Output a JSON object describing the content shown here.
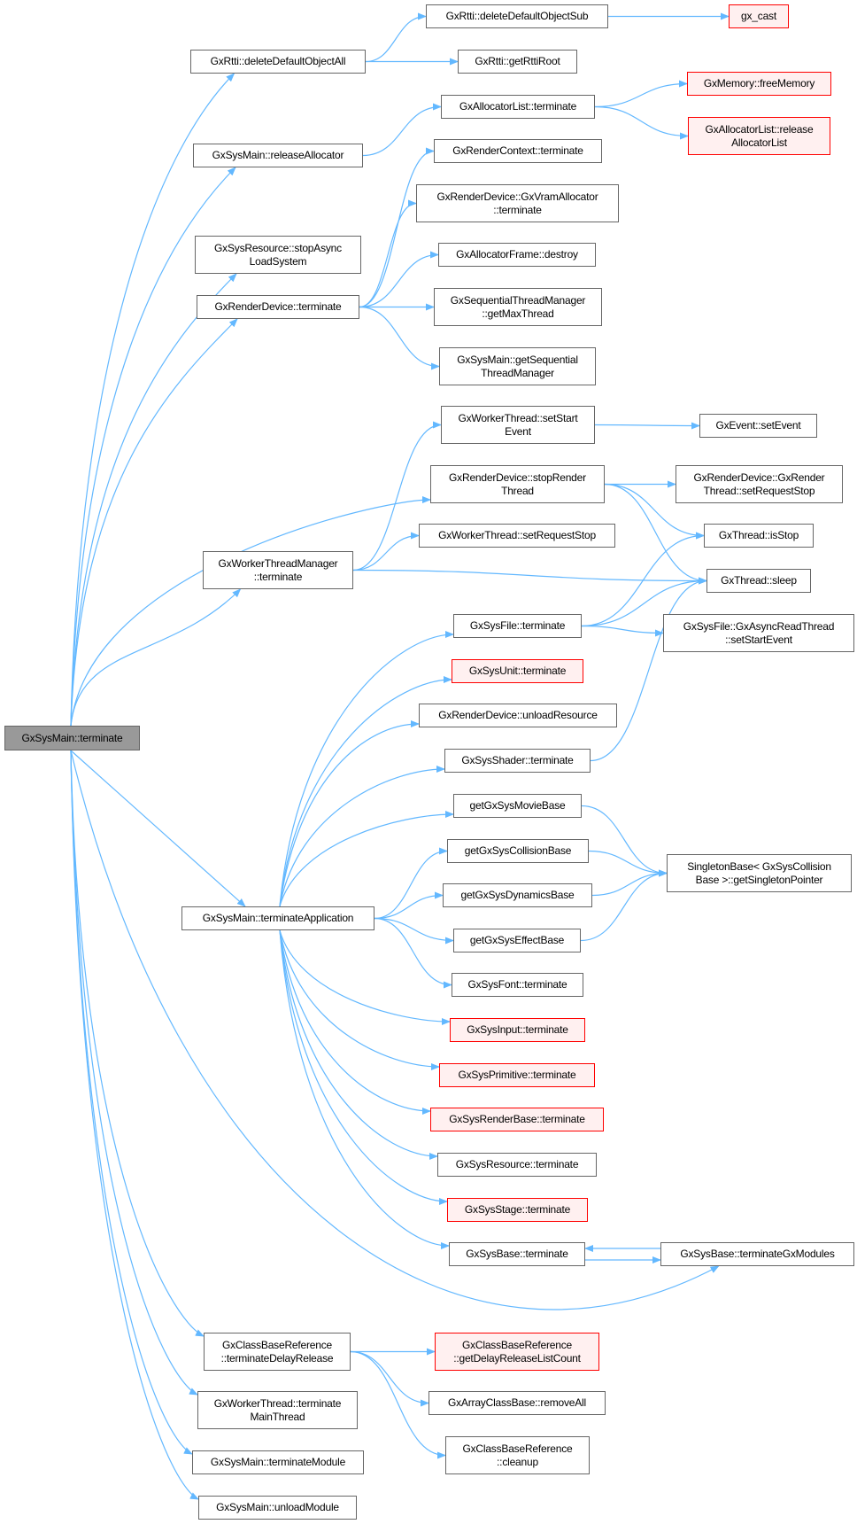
{
  "colors": {
    "edge": "#63b8ff",
    "border": "#666666",
    "external_border": "#ff0000",
    "external_fill": "#fff0f0",
    "root_fill": "#999999"
  },
  "nodes": {
    "root": {
      "lines": [
        "GxSysMain::terminate"
      ],
      "style": "root"
    },
    "deleteAll": {
      "lines": [
        "GxRtti::deleteDefaultObjectAll"
      ]
    },
    "deleteSub": {
      "lines": [
        "GxRtti::deleteDefaultObjectSub"
      ]
    },
    "gxCast": {
      "lines": [
        "gx_cast"
      ],
      "style": "red"
    },
    "rttiRoot": {
      "lines": [
        "GxRtti::getRttiRoot"
      ]
    },
    "freeMemory": {
      "lines": [
        "GxMemory::freeMemory"
      ],
      "style": "red"
    },
    "allocList": {
      "lines": [
        "GxAllocatorList::terminate"
      ]
    },
    "releaseAllocList": {
      "lines": [
        "GxAllocatorList::release",
        "AllocatorList"
      ],
      "style": "red"
    },
    "releaseAllocator": {
      "lines": [
        "GxSysMain::releaseAllocator"
      ]
    },
    "renderContext": {
      "lines": [
        "GxRenderContext::terminate"
      ]
    },
    "vram": {
      "lines": [
        "GxRenderDevice::GxVramAllocator",
        "::terminate"
      ]
    },
    "stopAsync": {
      "lines": [
        "GxSysResource::stopAsync",
        "LoadSystem"
      ]
    },
    "frameDestroy": {
      "lines": [
        "GxAllocatorFrame::destroy"
      ]
    },
    "rdTerminate": {
      "lines": [
        "GxRenderDevice::terminate"
      ]
    },
    "maxThread": {
      "lines": [
        "GxSequentialThreadManager",
        "::getMaxThread"
      ]
    },
    "getSeq": {
      "lines": [
        "GxSysMain::getSequential",
        "ThreadManager"
      ]
    },
    "setStartEvent": {
      "lines": [
        "GxWorkerThread::setStart",
        "Event"
      ]
    },
    "setEvent": {
      "lines": [
        "GxEvent::setEvent"
      ]
    },
    "stopRenderThread": {
      "lines": [
        "GxRenderDevice::stopRender",
        "Thread"
      ]
    },
    "rtSetRequestStop": {
      "lines": [
        "GxRenderDevice::GxRender",
        "Thread::setRequestStop"
      ]
    },
    "wtSetRequestStop": {
      "lines": [
        "GxWorkerThread::setRequestStop"
      ]
    },
    "isStop": {
      "lines": [
        "GxThread::isStop"
      ]
    },
    "wtm": {
      "lines": [
        "GxWorkerThreadManager",
        "::terminate"
      ]
    },
    "sleep": {
      "lines": [
        "GxThread::sleep"
      ]
    },
    "sysFile": {
      "lines": [
        "GxSysFile::terminate"
      ]
    },
    "asyncRead": {
      "lines": [
        "GxSysFile::GxAsyncReadThread",
        "::setStartEvent"
      ]
    },
    "sysUnit": {
      "lines": [
        "GxSysUnit::terminate"
      ],
      "style": "red"
    },
    "unloadResource": {
      "lines": [
        "GxRenderDevice::unloadResource"
      ]
    },
    "sysShader": {
      "lines": [
        "GxSysShader::terminate"
      ]
    },
    "movie": {
      "lines": [
        "getGxSysMovieBase"
      ]
    },
    "collision": {
      "lines": [
        "getGxSysCollisionBase"
      ]
    },
    "singleton": {
      "lines": [
        "SingletonBase< GxSysCollision",
        "Base >::getSingletonPointer"
      ]
    },
    "dynamics": {
      "lines": [
        "getGxSysDynamicsBase"
      ]
    },
    "termApp": {
      "lines": [
        "GxSysMain::terminateApplication"
      ]
    },
    "effect": {
      "lines": [
        "getGxSysEffectBase"
      ]
    },
    "font": {
      "lines": [
        "GxSysFont::terminate"
      ]
    },
    "input": {
      "lines": [
        "GxSysInput::terminate"
      ],
      "style": "red"
    },
    "primitive": {
      "lines": [
        "GxSysPrimitive::terminate"
      ],
      "style": "red"
    },
    "renderBase": {
      "lines": [
        "GxSysRenderBase::terminate"
      ],
      "style": "red"
    },
    "resource": {
      "lines": [
        "GxSysResource::terminate"
      ]
    },
    "stage": {
      "lines": [
        "GxSysStage::terminate"
      ],
      "style": "red"
    },
    "sysBase": {
      "lines": [
        "GxSysBase::terminate"
      ]
    },
    "gxModules": {
      "lines": [
        "GxSysBase::terminateGxModules"
      ]
    },
    "delayRelease": {
      "lines": [
        "GxClassBaseReference",
        "::terminateDelayRelease"
      ]
    },
    "delayCount": {
      "lines": [
        "GxClassBaseReference",
        "::getDelayReleaseListCount"
      ],
      "style": "red"
    },
    "removeAll": {
      "lines": [
        "GxArrayClassBase::removeAll"
      ]
    },
    "cleanup": {
      "lines": [
        "GxClassBaseReference",
        "::cleanup"
      ]
    },
    "mainThread": {
      "lines": [
        "GxWorkerThread::terminate",
        "MainThread"
      ]
    },
    "termModule": {
      "lines": [
        "GxSysMain::terminateModule"
      ]
    },
    "unloadModule": {
      "lines": [
        "GxSysMain::unloadModule"
      ]
    }
  },
  "edges": [
    [
      "root",
      "deleteAll"
    ],
    [
      "root",
      "releaseAllocator"
    ],
    [
      "root",
      "stopAsync"
    ],
    [
      "root",
      "rdTerminate"
    ],
    [
      "root",
      "stopRenderThread"
    ],
    [
      "root",
      "wtm"
    ],
    [
      "root",
      "termApp"
    ],
    [
      "root",
      "gxModules"
    ],
    [
      "root",
      "delayRelease"
    ],
    [
      "root",
      "mainThread"
    ],
    [
      "root",
      "termModule"
    ],
    [
      "root",
      "unloadModule"
    ],
    [
      "deleteAll",
      "deleteSub"
    ],
    [
      "deleteAll",
      "rttiRoot"
    ],
    [
      "deleteSub",
      "gxCast"
    ],
    [
      "releaseAllocator",
      "allocList"
    ],
    [
      "allocList",
      "freeMemory"
    ],
    [
      "allocList",
      "releaseAllocList"
    ],
    [
      "rdTerminate",
      "renderContext"
    ],
    [
      "rdTerminate",
      "vram"
    ],
    [
      "rdTerminate",
      "frameDestroy"
    ],
    [
      "rdTerminate",
      "maxThread"
    ],
    [
      "rdTerminate",
      "getSeq"
    ],
    [
      "wtm",
      "setStartEvent"
    ],
    [
      "wtm",
      "wtSetRequestStop"
    ],
    [
      "wtm",
      "sleep"
    ],
    [
      "setStartEvent",
      "setEvent"
    ],
    [
      "stopRenderThread",
      "rtSetRequestStop"
    ],
    [
      "stopRenderThread",
      "isStop"
    ],
    [
      "stopRenderThread",
      "sleep"
    ],
    [
      "sysFile",
      "isStop"
    ],
    [
      "sysFile",
      "sleep"
    ],
    [
      "sysFile",
      "asyncRead"
    ],
    [
      "sysShader",
      "sleep"
    ],
    [
      "termApp",
      "sysFile"
    ],
    [
      "termApp",
      "sysUnit"
    ],
    [
      "termApp",
      "unloadResource"
    ],
    [
      "termApp",
      "sysShader"
    ],
    [
      "termApp",
      "movie"
    ],
    [
      "termApp",
      "collision"
    ],
    [
      "termApp",
      "dynamics"
    ],
    [
      "termApp",
      "effect"
    ],
    [
      "termApp",
      "font"
    ],
    [
      "termApp",
      "input"
    ],
    [
      "termApp",
      "primitive"
    ],
    [
      "termApp",
      "renderBase"
    ],
    [
      "termApp",
      "resource"
    ],
    [
      "termApp",
      "stage"
    ],
    [
      "termApp",
      "sysBase"
    ],
    [
      "movie",
      "singleton"
    ],
    [
      "collision",
      "singleton"
    ],
    [
      "dynamics",
      "singleton"
    ],
    [
      "effect",
      "singleton"
    ],
    [
      "sysBase",
      "gxModules"
    ],
    [
      "gxModules",
      "sysBase"
    ],
    [
      "delayRelease",
      "delayCount"
    ],
    [
      "delayRelease",
      "removeAll"
    ],
    [
      "delayRelease",
      "cleanup"
    ]
  ]
}
